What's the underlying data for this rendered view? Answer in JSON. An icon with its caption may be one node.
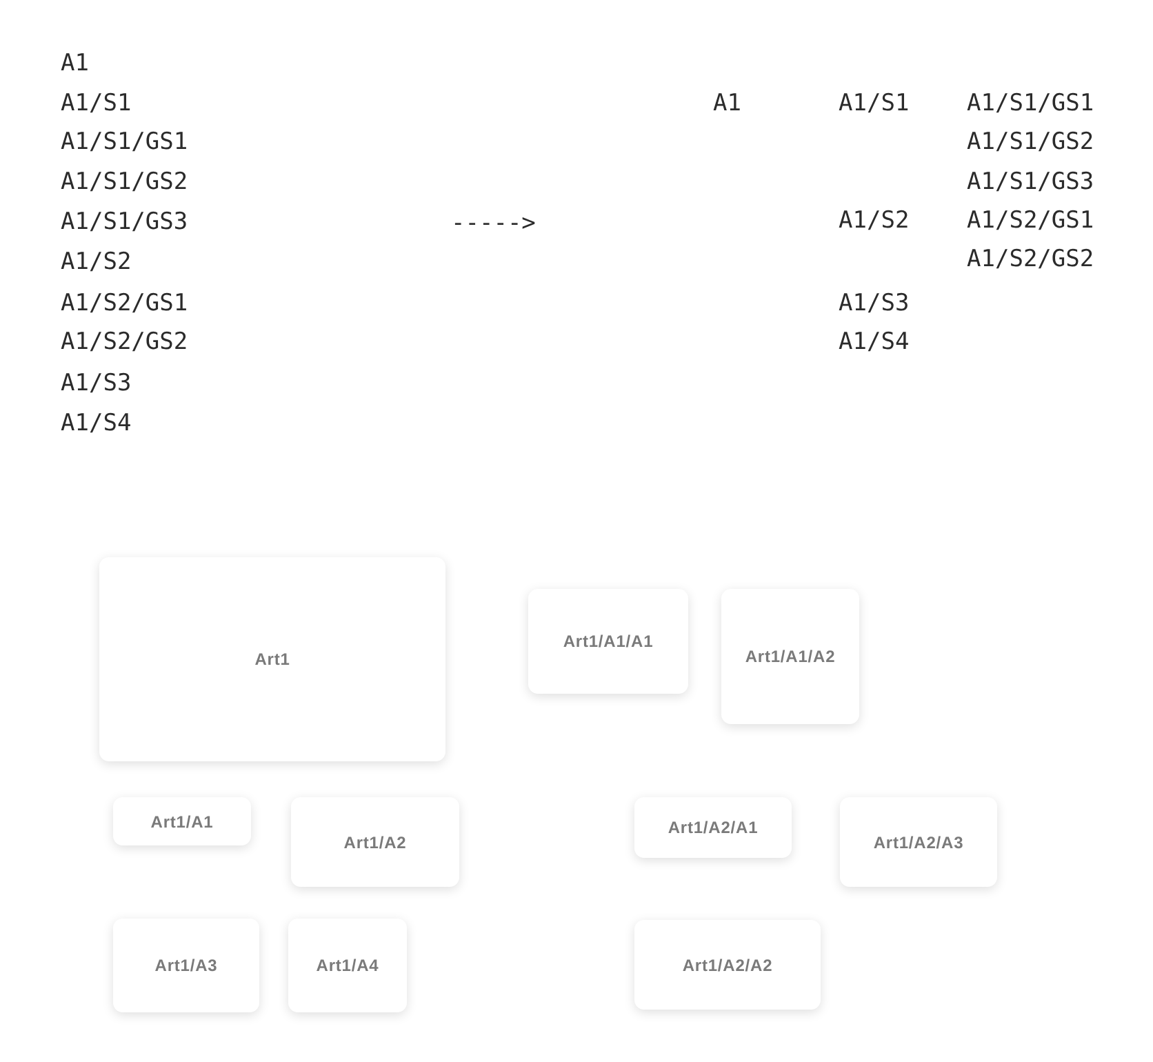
{
  "diagram": {
    "nodes": [
      {
        "text": [
          "Art1"
        ]
      },
      {
        "text": [
          "Art1/A1/A1"
        ]
      },
      {
        "text": [
          "Art1/A1/A2"
        ]
      },
      {
        "text": [
          "Art1/A1"
        ]
      },
      {
        "text": [
          "Art1/A2"
        ]
      },
      {
        "text": [
          "Art1/A2/A1"
        ]
      },
      {
        "text": [
          "Art1/A2/A3"
        ]
      },
      {
        "text": [
          "Art1/A3"
        ]
      },
      {
        "text": [
          "Art1/A4"
        ]
      },
      {
        "text": [
          "Art1/A2/A2"
        ]
      }
    ],
    "labels": [
      "A1",
      "A1/S1",
      "A1/S1/GS1",
      "A1/S1/GS2",
      "A1/S1/GS3",
      "A1/S2",
      "A1/S2/GS1",
      "A1/S2/GS2",
      "A1/S3",
      "A1/S4",
      "----->",
      "A1",
      "A1/S1",
      "A1/S1/GS1",
      "A1/S1/GS2",
      "A1/S1/GS3",
      "A1/S2",
      "A1/S2/GS1",
      "A1/S2/GS2",
      "A1/S3",
      "A1/S4"
    ]
  }
}
